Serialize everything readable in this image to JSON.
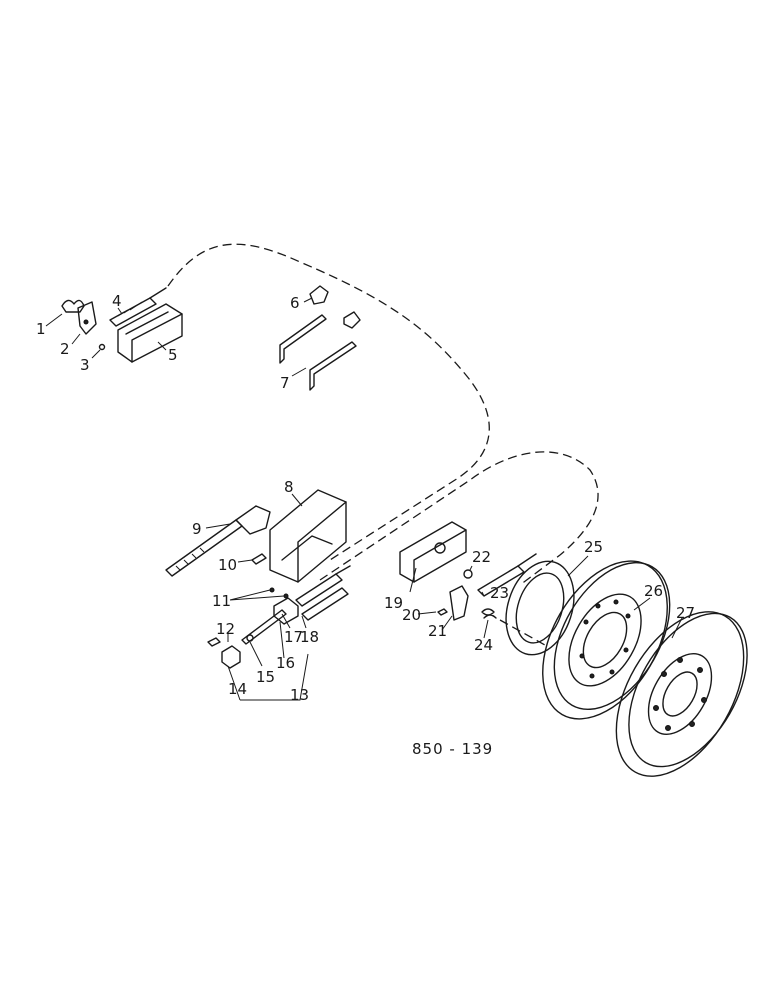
{
  "callouts": [
    "1",
    "2",
    "3",
    "4",
    "5",
    "6",
    "7",
    "8",
    "9",
    "10",
    "11",
    "12",
    "13",
    "14",
    "15",
    "16",
    "17",
    "18",
    "19",
    "20",
    "21",
    "22",
    "23",
    "24",
    "25",
    "26",
    "27"
  ],
  "reference_code": "850 - 139"
}
